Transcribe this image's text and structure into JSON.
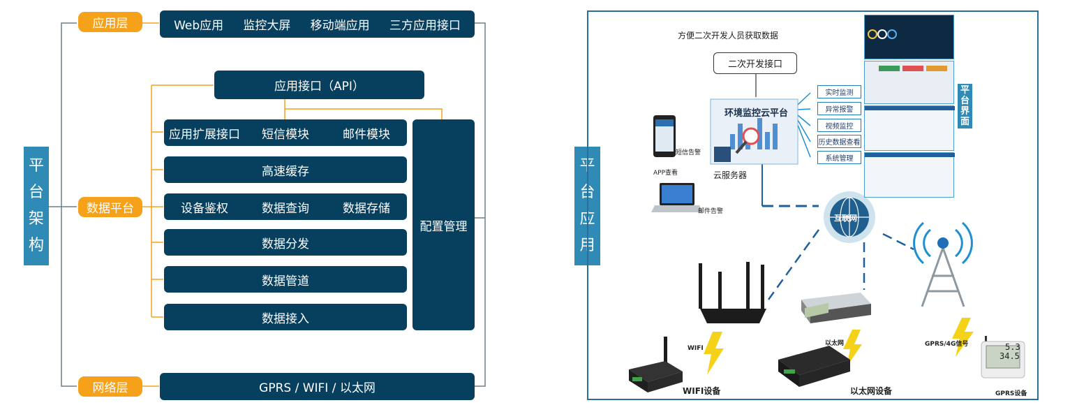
{
  "left": {
    "title_chars": [
      "平",
      "台",
      "架",
      "构"
    ],
    "layer_app": "应用层",
    "app_items": [
      "Web应用",
      "监控大屏",
      "移动端应用",
      "三方应用接口"
    ],
    "layer_data": "数据平台",
    "api": "应用接口（API）",
    "ext_row": [
      "应用扩展接口",
      "短信模块",
      "邮件模块"
    ],
    "cache": "高速缓存",
    "auth_row": [
      "设备鉴权",
      "数据查询",
      "数据存储"
    ],
    "dispatch": "数据分发",
    "pipeline": "数据管道",
    "ingest": "数据接入",
    "config": "配置管理",
    "layer_net": "网络层",
    "net_text": "GPRS / WIFI / 以太网"
  },
  "right": {
    "title_chars": [
      "平",
      "台",
      "应",
      "用"
    ],
    "dev_note": "方便二次开发人员获取数据",
    "dev_api": "二次开发接口",
    "cloud_title": "环境监控云平台",
    "cloud_label": "云服务器",
    "features": [
      "实时监测",
      "异常报警",
      "视频监控",
      "历史数据查看",
      "系统管理"
    ],
    "ui_label_chars": [
      "平",
      "台",
      "界",
      "面"
    ],
    "sms_alarm": "短信告警",
    "app_view": "APP查看",
    "mail_alarm": "邮件告警",
    "internet": "互联网",
    "wifi": "WIFI",
    "ethernet": "以太网",
    "gprs_signal": "GPRS/4G信号",
    "wifi_device": "WIFI设备",
    "eth_device": "以太网设备",
    "gprs_device": "GPRS设备",
    "sensor_temp": "5.3",
    "sensor_hum": "34.5"
  },
  "colors": {
    "navy": "#073f5f",
    "orange": "#f5a11a",
    "blue_label": "#2f8ab6",
    "frame": "#2a6f99",
    "line_blue": "#1e5f9e",
    "bolt": "#f5d21a"
  }
}
